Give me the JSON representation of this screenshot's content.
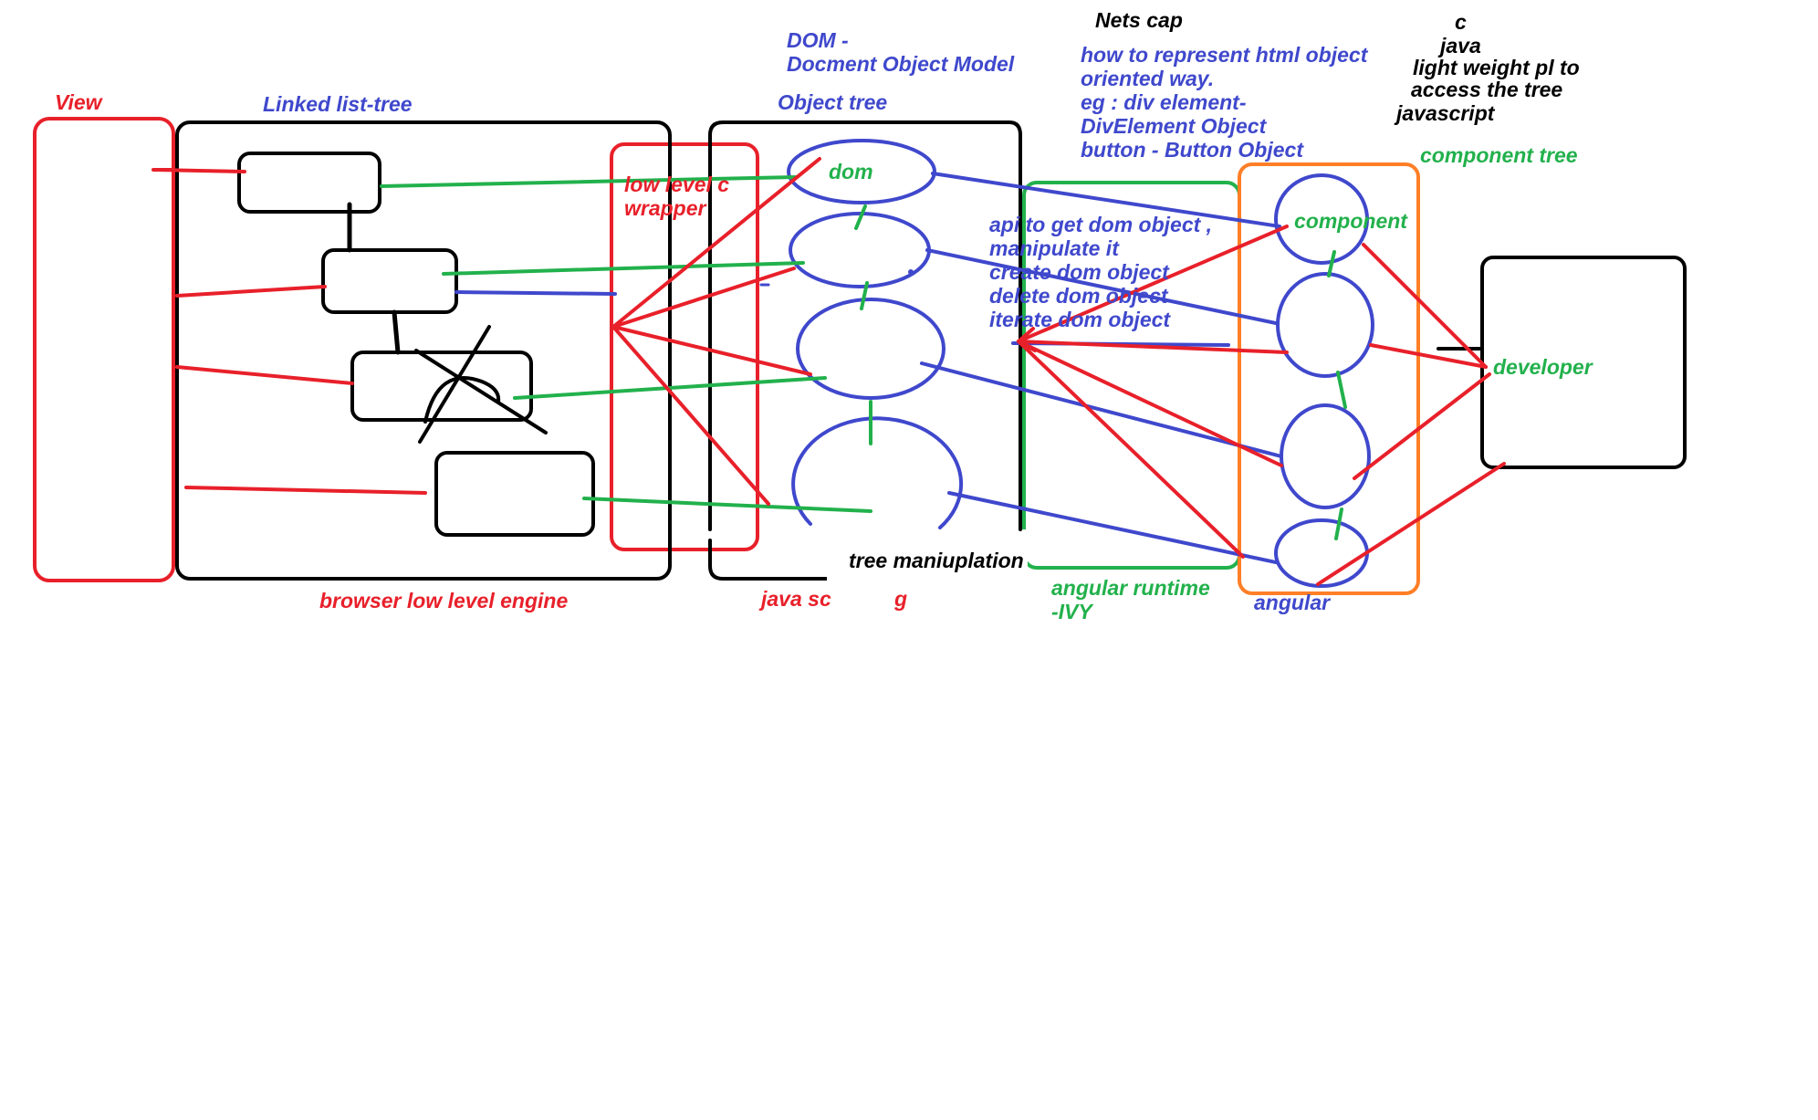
{
  "labels": {
    "view": "View",
    "linked_list_tree": "Linked list-tree",
    "browser_engine": "browser low level engine",
    "low_level_c_wrapper_1": "low level c",
    "low_level_c_wrapper_2": "wrapper",
    "java_scripting": "java sc",
    "java_scripting_tail": "g",
    "dom_title_1": "DOM -",
    "dom_title_2": "Docment Object Model",
    "object_tree": "Object tree",
    "dom_node": "dom",
    "tree_manipulation": "tree maniuplation",
    "nets_cap": "Nets cap",
    "html_object_1": "how to represent html object",
    "html_object_2": "oriented way.",
    "html_object_3": "eg : div element-",
    "html_object_4": "DivElement Object",
    "html_object_5": "button -  Button Object",
    "api_1": "api to get  dom object ,",
    "api_2": "manipulate it",
    "api_3": "create dom object",
    "api_4": "delete dom object",
    "api_5": "iterate dom object",
    "angular_runtime_1": "angular runtime",
    "angular_runtime_2": "-IVY",
    "component_tree": "component tree",
    "component_node": "component",
    "angular": "angular",
    "languages_1": "c",
    "languages_2": "java",
    "languages_3": "light weight pl to",
    "languages_4": "access the tree",
    "languages_5": "javascript",
    "developer": "developer"
  },
  "colors": {
    "red": "#e8202a",
    "blue": "#3f48cc",
    "green": "#22b14c",
    "black": "#000000",
    "orange": "#ff7f27"
  }
}
